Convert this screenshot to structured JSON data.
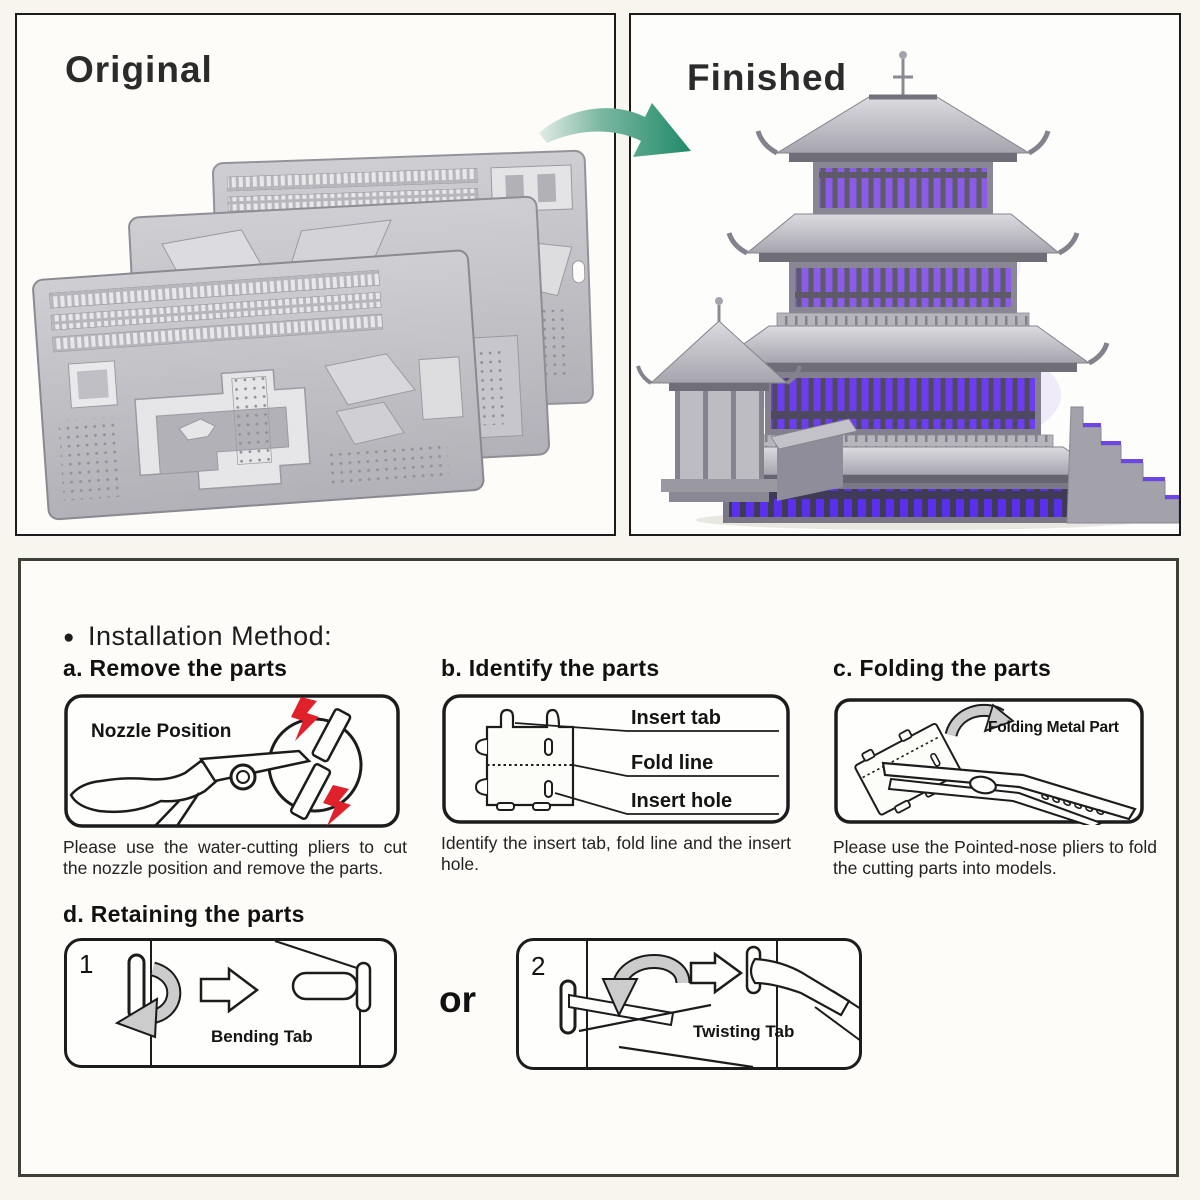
{
  "panels": {
    "original": {
      "title": "Original"
    },
    "finished": {
      "title": "Finished"
    }
  },
  "method": {
    "bullet": "●",
    "header": "Installation Method:",
    "step_a": {
      "title": "a. Remove the parts",
      "label": "Nozzle Position",
      "caption": "Please use the water-cutting pliers to cut the nozzle position and remove the parts."
    },
    "step_b": {
      "title": "b. Identify the parts",
      "label_insert_tab": "Insert tab",
      "label_fold_line": "Fold line",
      "label_insert_hole": "Insert hole",
      "caption": "Identify the insert tab, fold line and the insert hole."
    },
    "step_c": {
      "title": "c. Folding the parts",
      "label": "Folding Metal Part",
      "caption": "Please use the Pointed-nose pliers to fold the cutting parts into models."
    },
    "step_d": {
      "title": "d. Retaining the parts",
      "or_text": "or",
      "option1": {
        "number": "1",
        "label": "Bending Tab"
      },
      "option2": {
        "number": "2",
        "label": "Twisting Tab"
      }
    }
  },
  "colors": {
    "accent_arrow_teal": "#1f8a68",
    "warning_red": "#e0202a",
    "led_purple": "#7a4be0",
    "metal_gray": "#bfbfc4"
  }
}
